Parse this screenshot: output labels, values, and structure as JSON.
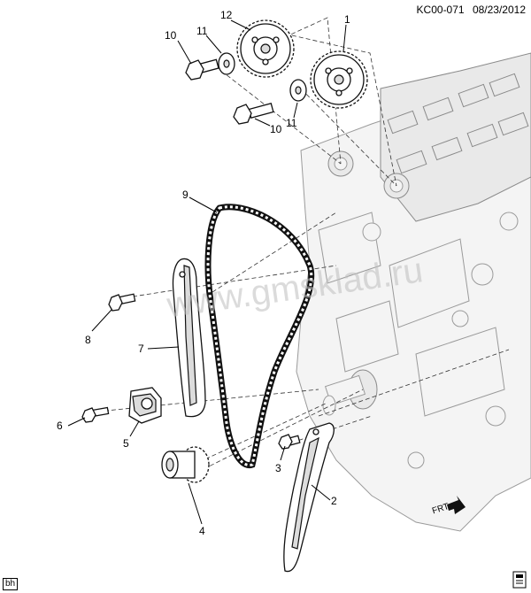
{
  "header": {
    "code": "KC00-071",
    "date": "08/23/2012"
  },
  "watermark": "www.gmsklad.ru",
  "badge": "bh",
  "direction_label": "FRT",
  "callouts": [
    "1",
    "2",
    "3",
    "4",
    "5",
    "6",
    "7",
    "8",
    "9",
    "10",
    "10",
    "11",
    "11",
    "12"
  ]
}
